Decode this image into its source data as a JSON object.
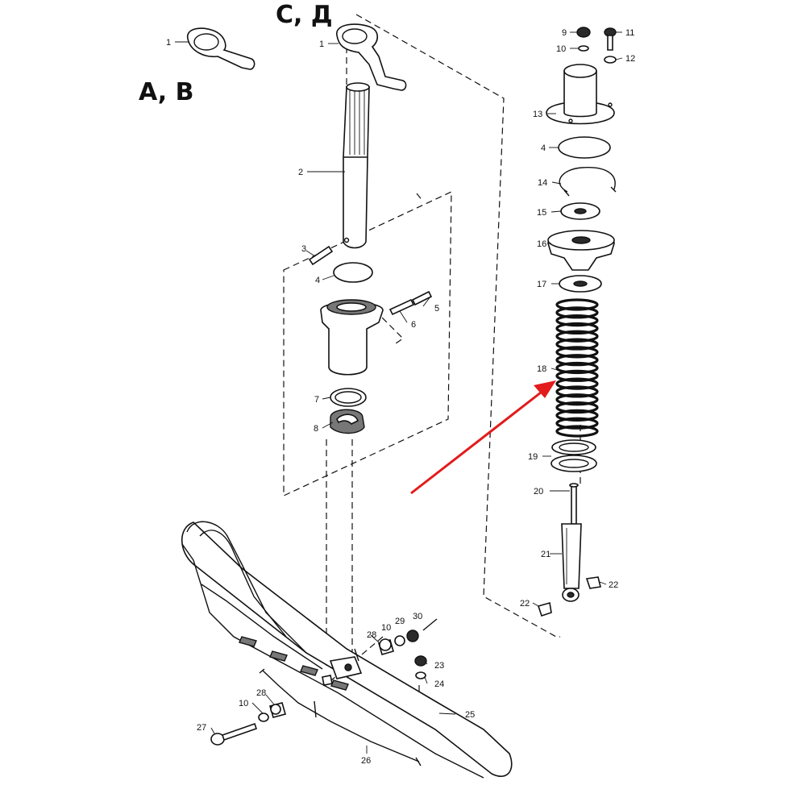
{
  "group_labels": {
    "left": "A, B",
    "center": "C, Д"
  },
  "callouts": [
    {
      "n": "1",
      "id": "c1a"
    },
    {
      "n": "1",
      "id": "c1b"
    },
    {
      "n": "2",
      "id": "c2"
    },
    {
      "n": "3",
      "id": "c3"
    },
    {
      "n": "4",
      "id": "c4a"
    },
    {
      "n": "5",
      "id": "c5"
    },
    {
      "n": "6",
      "id": "c6"
    },
    {
      "n": "7",
      "id": "c7"
    },
    {
      "n": "8",
      "id": "c8"
    },
    {
      "n": "9",
      "id": "c9"
    },
    {
      "n": "10",
      "id": "c10a"
    },
    {
      "n": "11",
      "id": "c11"
    },
    {
      "n": "12",
      "id": "c12"
    },
    {
      "n": "13",
      "id": "c13"
    },
    {
      "n": "4",
      "id": "c4b"
    },
    {
      "n": "14",
      "id": "c14"
    },
    {
      "n": "15",
      "id": "c15"
    },
    {
      "n": "16",
      "id": "c16"
    },
    {
      "n": "17",
      "id": "c17"
    },
    {
      "n": "18",
      "id": "c18"
    },
    {
      "n": "19",
      "id": "c19"
    },
    {
      "n": "20",
      "id": "c20"
    },
    {
      "n": "21",
      "id": "c21"
    },
    {
      "n": "22",
      "id": "c22a"
    },
    {
      "n": "22",
      "id": "c22b"
    },
    {
      "n": "28",
      "id": "c28a"
    },
    {
      "n": "10",
      "id": "c10b"
    },
    {
      "n": "29",
      "id": "c29"
    },
    {
      "n": "30",
      "id": "c30"
    },
    {
      "n": "23",
      "id": "c23"
    },
    {
      "n": "24",
      "id": "c24"
    },
    {
      "n": "25",
      "id": "c25"
    },
    {
      "n": "28",
      "id": "c28b"
    },
    {
      "n": "10",
      "id": "c10c"
    },
    {
      "n": "27",
      "id": "c27"
    },
    {
      "n": "26",
      "id": "c26"
    }
  ],
  "colors": {
    "line": "#111111",
    "highlight_arrow": "#e31b1b",
    "background": "#ffffff"
  }
}
